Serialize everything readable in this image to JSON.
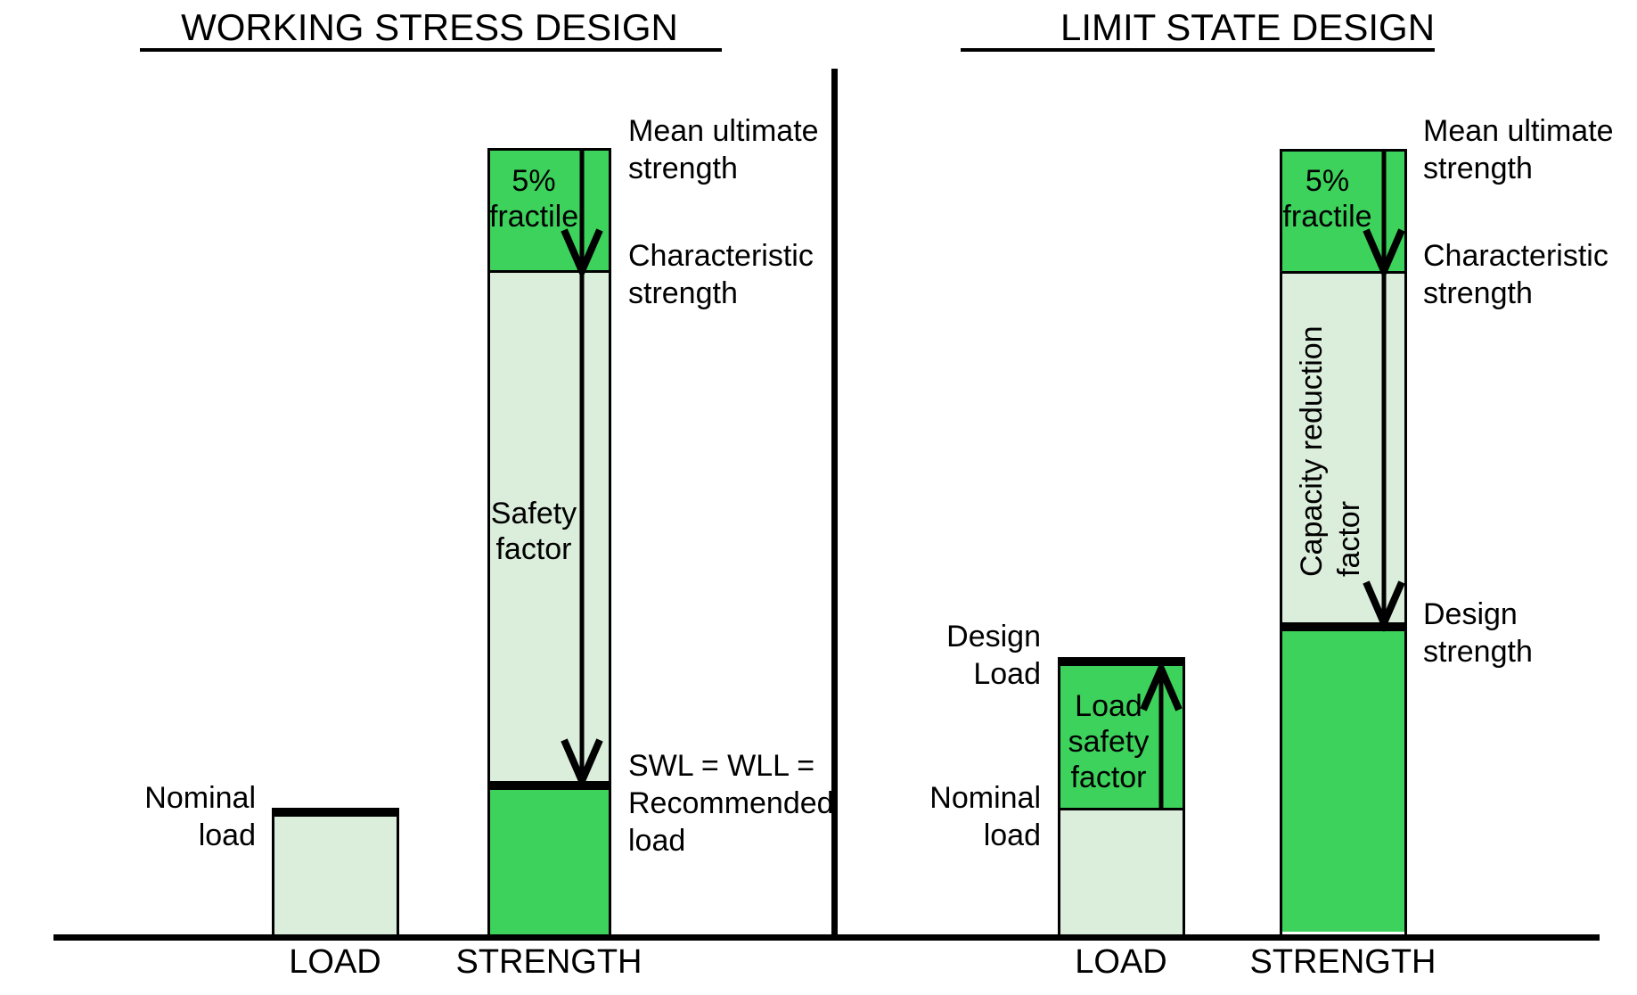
{
  "left": {
    "title": "WORKING STRESS DESIGN",
    "annotations": {
      "mean_ultimate": "Mean ultimate\nstrength",
      "characteristic": "Characteristic\nstrength",
      "swl": "SWL = WLL =\nRecommended\nload",
      "nominal_load": "Nominal\nload"
    },
    "bars": {
      "strength": {
        "fractile": "5%\nfractile",
        "safety_factor": "Safety\nfactor"
      }
    },
    "axis": {
      "load": "LOAD",
      "strength": "STRENGTH"
    }
  },
  "right": {
    "title": "LIMIT STATE DESIGN",
    "annotations": {
      "mean_ultimate": "Mean ultimate\nstrength",
      "characteristic": "Characteristic\nstrength",
      "design_load": "Design\nLoad",
      "nominal_load": "Nominal\nload",
      "design_strength": "Design\nstrength"
    },
    "bars": {
      "load": {
        "load_safety_factor": "Load\nsafety\nfactor"
      },
      "strength": {
        "fractile": "5%\nfractile",
        "capacity_reduction": "Capacity reduction\nfactor"
      }
    },
    "axis": {
      "load": "LOAD",
      "strength": "STRENGTH"
    }
  },
  "colors": {
    "dark_green": "#3DD25B",
    "light_green": "#DBEDDB",
    "line": "#000000"
  }
}
